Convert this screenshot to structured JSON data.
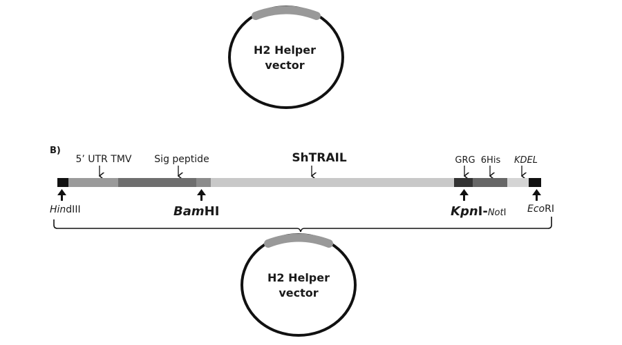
{
  "panel_label": "B)",
  "top_vector": {
    "title_line1": "H2 Helper",
    "title_line2": "vector"
  },
  "bottom_vector": {
    "title_line1": "H2 Helper",
    "title_line2": "vector"
  },
  "construct": {
    "segments": [
      {
        "name": "HindIII site",
        "color": "#111111"
      },
      {
        "name": "5' UTR TMV",
        "color": "#9a9a9a"
      },
      {
        "name": "Sig peptide",
        "color": "#6e6e6e"
      },
      {
        "name": "BamHI site",
        "color": "#8c8c8c"
      },
      {
        "name": "ShTRAIL",
        "color": "#c8c8c8"
      },
      {
        "name": "GRG",
        "color": "#333333"
      },
      {
        "name": "6His",
        "color": "#666666"
      },
      {
        "name": "KDEL",
        "color": "#d4d4d4"
      },
      {
        "name": "EcoRI site",
        "color": "#111111"
      }
    ],
    "feature_labels": {
      "utr": "5’ UTR TMV",
      "sig": "Sig peptide",
      "shtrail": "ShTRAIL",
      "grg": "GRG",
      "his": "6His",
      "kdel": "KDEL"
    },
    "sites": {
      "hind_italic": "Hin",
      "hind_rest": "dIII",
      "bam_italic": "Bam",
      "bam_rest": "HI",
      "kpn_italic": "Kpn",
      "kpn_rest": "I-",
      "not_italic": "Not",
      "not_rest": "I",
      "eco_italic": "Eco",
      "eco_rest": "RI"
    }
  },
  "colors": {
    "insert_arc": "#999999",
    "outline": "#111111"
  }
}
